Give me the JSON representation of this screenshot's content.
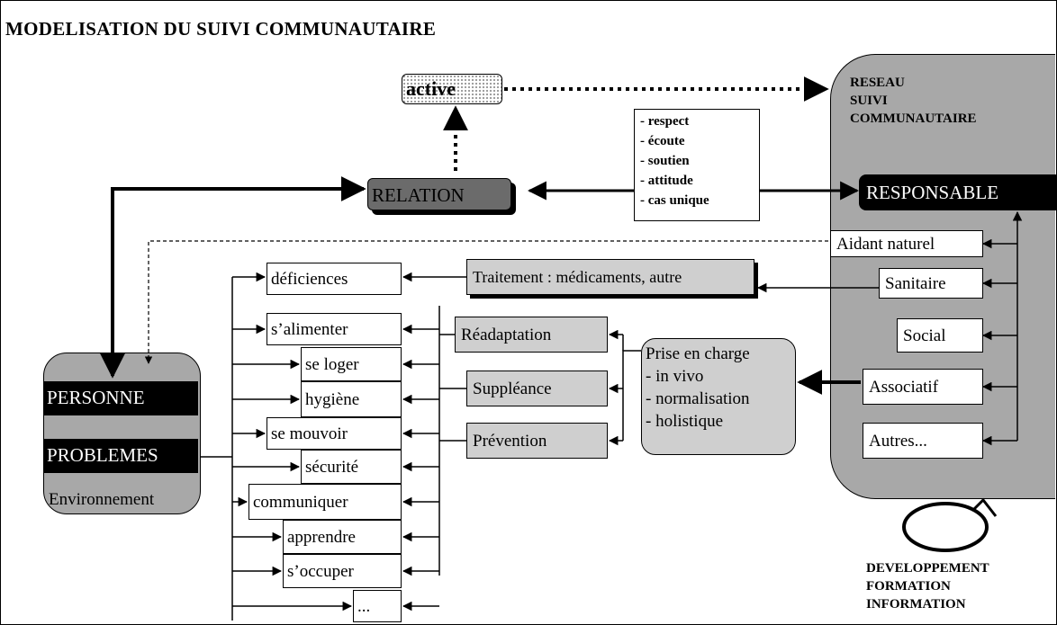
{
  "title": "MODELISATION DU SUIVI COMMUNAUTAIRE",
  "active_label": "active",
  "relation_label": "RELATION",
  "network": {
    "title_lines": [
      "RESEAU",
      "SUIVI",
      "COMMUNAUTAIRE"
    ],
    "responsable": "RESPONSABLE",
    "actors": [
      "Aidant naturel",
      "Sanitaire",
      "Social",
      "Associatif",
      "Autres..."
    ]
  },
  "attitudes": [
    "- respect",
    "- écoute",
    "- soutien",
    "- attitude",
    "- cas unique"
  ],
  "person": {
    "personne": "PERSONNE",
    "problemes": "PROBLEMES",
    "environnement": "Environnement"
  },
  "treatment": "Traitement : médicaments, autre",
  "interventions": [
    "Réadaptation",
    "Suppléance",
    "Prévention"
  ],
  "prise_en_charge": {
    "title": "Prise en charge",
    "items": [
      "- in vivo",
      "- normalisation",
      "- holistique"
    ]
  },
  "needs": [
    "déficiences",
    "s’alimenter",
    "se loger",
    "hygiène",
    "se mouvoir",
    "sécurité",
    "communiquer",
    "apprendre",
    "s’occuper",
    "..."
  ],
  "footer_lines": [
    "DEVELOPPEMENT",
    "FORMATION",
    "INFORMATION"
  ]
}
